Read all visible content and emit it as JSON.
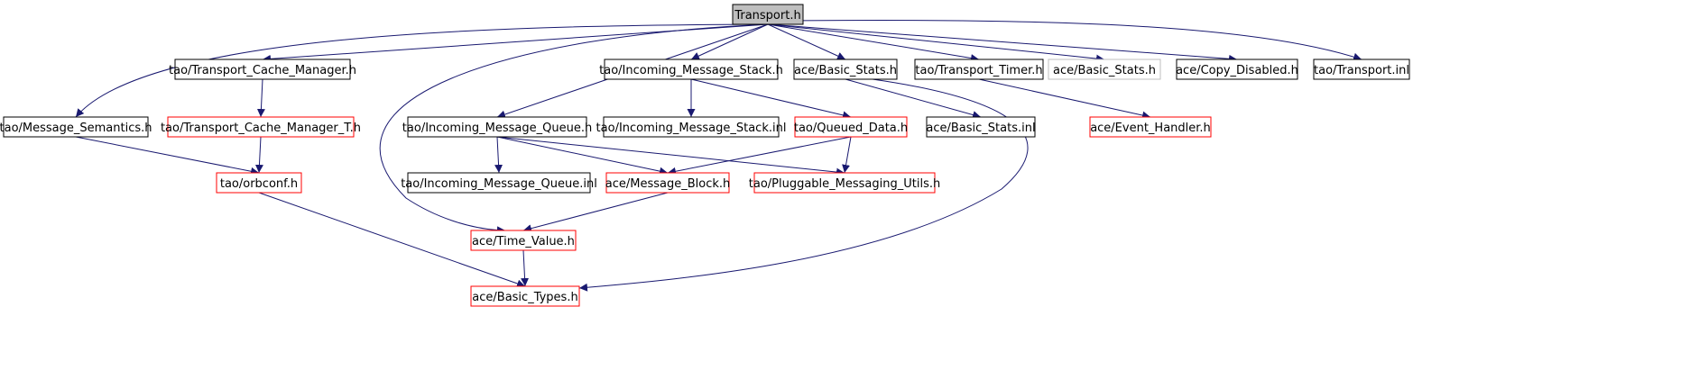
{
  "graph": {
    "title": "Transport.h",
    "colors": {
      "edge": "#191970",
      "root_fill": "#bfbfbf",
      "node_border_default": "#000000",
      "node_border_red": "#ff0000",
      "node_border_gray": "#bfbfbf",
      "node_text": "#000000"
    },
    "nodes": [
      {
        "id": "transport_h",
        "label": "Transport.h",
        "style": "root"
      },
      {
        "id": "tcm_h",
        "label": "tao/Transport_Cache_Manager.h",
        "style": "black"
      },
      {
        "id": "ims_h",
        "label": "tao/Incoming_Message_Stack.h",
        "style": "black"
      },
      {
        "id": "basic_stats_h",
        "label": "ace/Basic_Stats.h",
        "style": "black"
      },
      {
        "id": "timer_h",
        "label": "tao/Transport_Timer.h",
        "style": "black"
      },
      {
        "id": "basic_stats_h_gray",
        "label": "ace/Basic_Stats.h",
        "style": "gray"
      },
      {
        "id": "copy_disabled_h",
        "label": "ace/Copy_Disabled.h",
        "style": "black"
      },
      {
        "id": "transport_inl",
        "label": "tao/Transport.inl",
        "style": "black"
      },
      {
        "id": "msg_sem_h",
        "label": "tao/Message_Semantics.h",
        "style": "black"
      },
      {
        "id": "tcm_t_h",
        "label": "tao/Transport_Cache_Manager_T.h",
        "style": "red"
      },
      {
        "id": "imq_h",
        "label": "tao/Incoming_Message_Queue.h",
        "style": "black"
      },
      {
        "id": "ims_inl",
        "label": "tao/Incoming_Message_Stack.inl",
        "style": "black"
      },
      {
        "id": "queued_data_h",
        "label": "tao/Queued_Data.h",
        "style": "red"
      },
      {
        "id": "basic_stats_inl",
        "label": "ace/Basic_Stats.inl",
        "style": "black"
      },
      {
        "id": "event_handler_h",
        "label": "ace/Event_Handler.h",
        "style": "red"
      },
      {
        "id": "orbconf_h",
        "label": "tao/orbconf.h",
        "style": "red"
      },
      {
        "id": "imq_inl",
        "label": "tao/Incoming_Message_Queue.inl",
        "style": "black"
      },
      {
        "id": "message_block_h",
        "label": "ace/Message_Block.h",
        "style": "red"
      },
      {
        "id": "pmu_h",
        "label": "tao/Pluggable_Messaging_Utils.h",
        "style": "red"
      },
      {
        "id": "time_value_h",
        "label": "ace/Time_Value.h",
        "style": "red"
      },
      {
        "id": "basic_types_h",
        "label": "ace/Basic_Types.h",
        "style": "red"
      }
    ],
    "edges": [
      {
        "from": "transport_h",
        "to": "tcm_h"
      },
      {
        "from": "transport_h",
        "to": "ims_h"
      },
      {
        "from": "transport_h",
        "to": "basic_stats_h"
      },
      {
        "from": "transport_h",
        "to": "timer_h"
      },
      {
        "from": "transport_h",
        "to": "basic_stats_h_gray"
      },
      {
        "from": "transport_h",
        "to": "copy_disabled_h"
      },
      {
        "from": "transport_h",
        "to": "transport_inl"
      },
      {
        "from": "transport_h",
        "to": "msg_sem_h"
      },
      {
        "from": "transport_h",
        "to": "imq_h"
      },
      {
        "from": "transport_h",
        "to": "time_value_h"
      },
      {
        "from": "tcm_h",
        "to": "tcm_t_h"
      },
      {
        "from": "tcm_t_h",
        "to": "orbconf_h"
      },
      {
        "from": "msg_sem_h",
        "to": "orbconf_h"
      },
      {
        "from": "orbconf_h",
        "to": "basic_types_h"
      },
      {
        "from": "ims_h",
        "to": "ims_inl"
      },
      {
        "from": "ims_h",
        "to": "queued_data_h"
      },
      {
        "from": "queued_data_h",
        "to": "message_block_h"
      },
      {
        "from": "queued_data_h",
        "to": "pmu_h"
      },
      {
        "from": "basic_stats_h",
        "to": "basic_stats_inl"
      },
      {
        "from": "basic_stats_h",
        "to": "basic_types_h"
      },
      {
        "from": "timer_h",
        "to": "event_handler_h"
      },
      {
        "from": "imq_h",
        "to": "imq_inl"
      },
      {
        "from": "imq_h",
        "to": "message_block_h"
      },
      {
        "from": "imq_h",
        "to": "pmu_h"
      },
      {
        "from": "message_block_h",
        "to": "time_value_h"
      },
      {
        "from": "time_value_h",
        "to": "basic_types_h"
      }
    ]
  }
}
